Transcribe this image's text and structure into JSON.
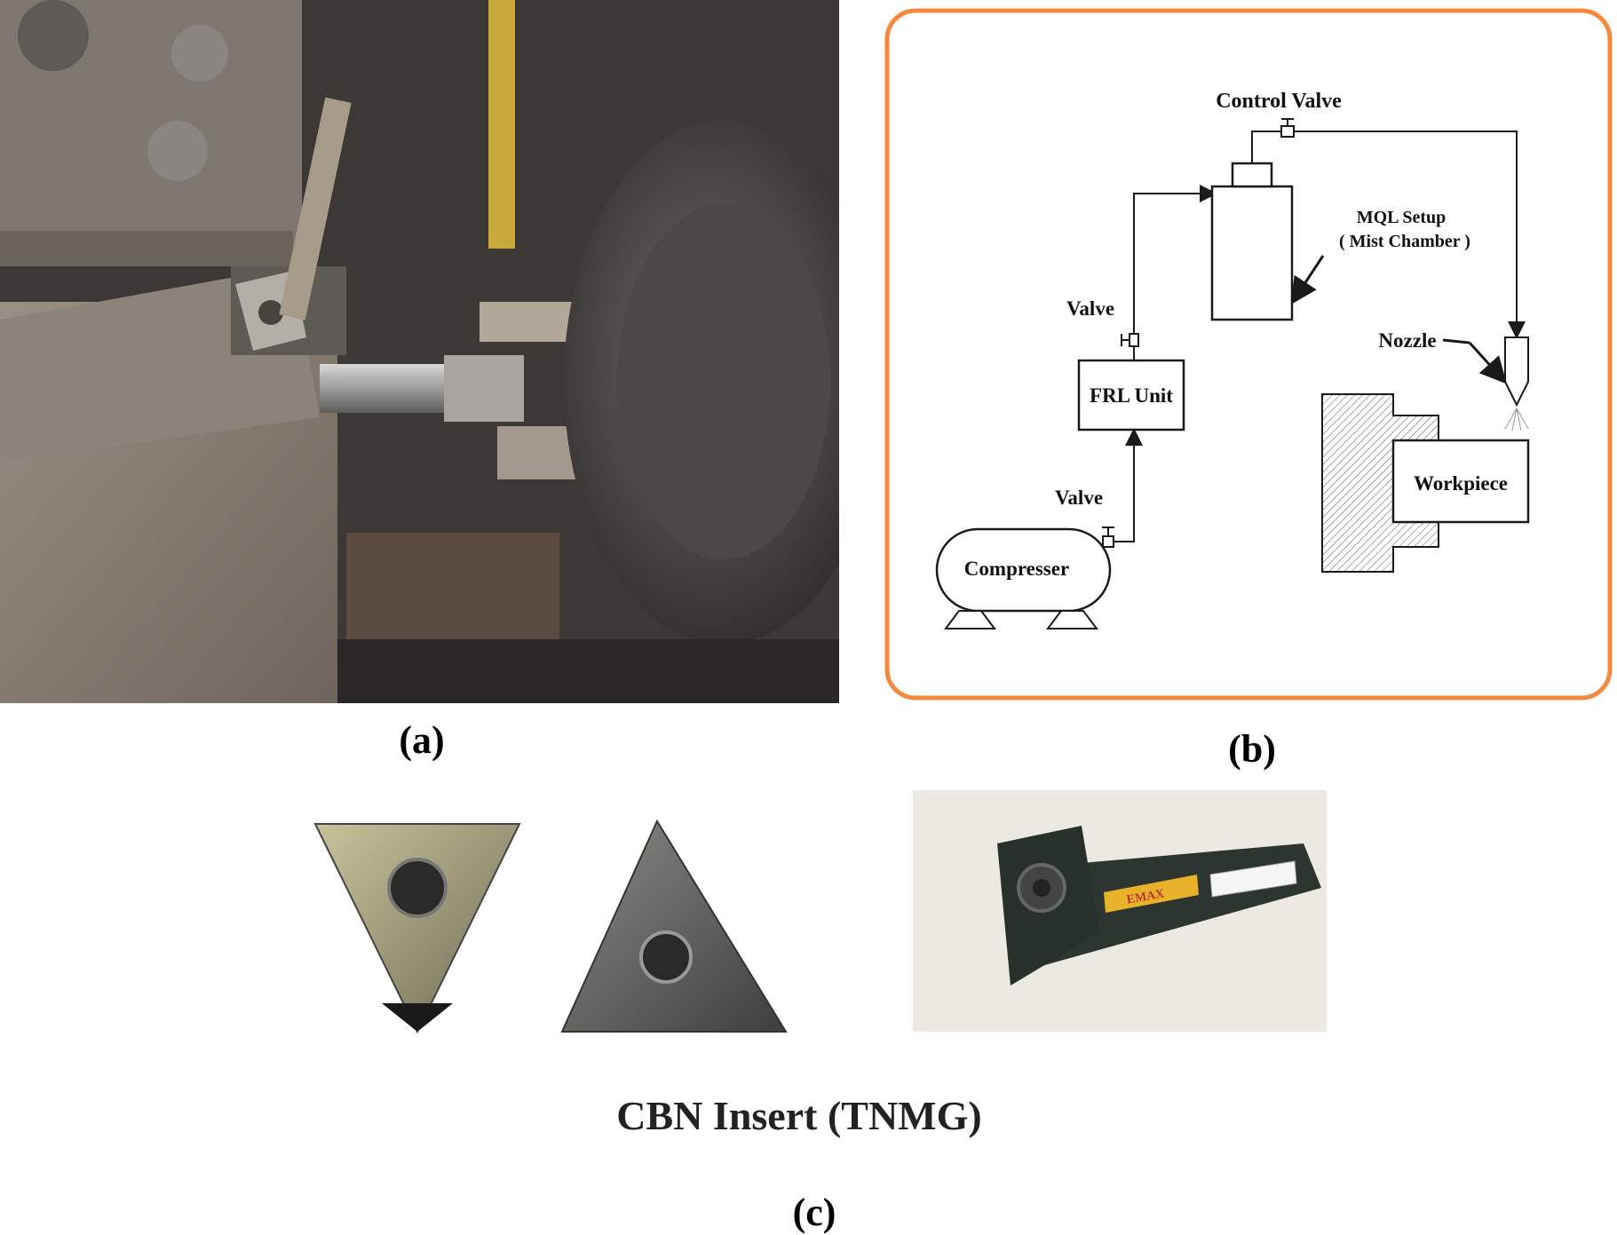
{
  "panels": {
    "a": {
      "caption": "(a)"
    },
    "b": {
      "caption": "(b)",
      "labels": {
        "control_valve": "Control Valve",
        "mql_setup": "MQL Setup",
        "mist_chamber": "( Mist Chamber )",
        "valve_upper": "Valve",
        "frl_unit": "FRL Unit",
        "valve_lower": "Valve",
        "compresser": "Compresser",
        "nozzle": "Nozzle",
        "workpiece": "Workpiece"
      },
      "colors": {
        "frame": "#f5883a",
        "lines": "#1a1a1a"
      }
    },
    "c": {
      "caption": "(c)",
      "title": "CBN Insert (TNMG)",
      "holder_brand": "EMAX"
    }
  }
}
